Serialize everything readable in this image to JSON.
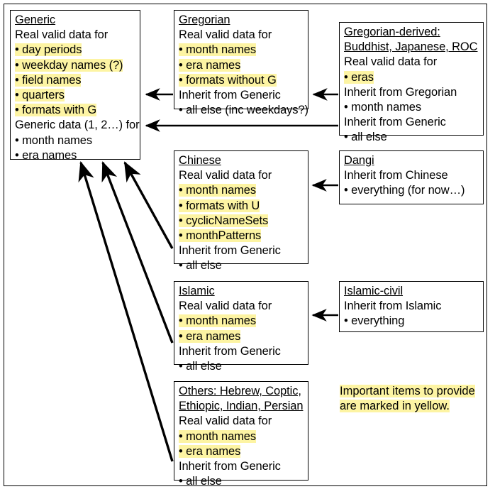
{
  "diagram": {
    "title": "Calendar data inheritance diagram",
    "legend_note": [
      "Important items to provide",
      "are marked in yellow."
    ],
    "highlight_color": "#fdf4a3",
    "line_color": "#000000",
    "background_color": "#ffffff",
    "boxes": [
      {
        "id": "generic",
        "name": "Generic",
        "lines": [
          {
            "text": "Generic",
            "style": "title",
            "highlight": false
          },
          {
            "text": "Real valid data for",
            "style": "plain",
            "highlight": false
          },
          {
            "text": "• day periods",
            "style": "plain",
            "highlight": true
          },
          {
            "text": "• weekday names (?)",
            "style": "plain",
            "highlight": true
          },
          {
            "text": "• field names",
            "style": "plain",
            "highlight": true
          },
          {
            "text": "• quarters",
            "style": "plain",
            "highlight": true
          },
          {
            "text": "• formats with G",
            "style": "plain",
            "highlight": true
          },
          {
            "text": "Generic data (1, 2…) for",
            "style": "plain",
            "highlight": false
          },
          {
            "text": "• month names",
            "style": "plain",
            "highlight": false
          },
          {
            "text": "• era names",
            "style": "plain",
            "highlight": false
          }
        ]
      },
      {
        "id": "gregorian",
        "name": "Gregorian",
        "lines": [
          {
            "text": "Gregorian",
            "style": "title",
            "highlight": false
          },
          {
            "text": "Real valid data for",
            "style": "plain",
            "highlight": false
          },
          {
            "text": "• month names",
            "style": "plain",
            "highlight": true
          },
          {
            "text": "• era names",
            "style": "plain",
            "highlight": true
          },
          {
            "text": "• formats without G",
            "style": "plain",
            "highlight": true
          },
          {
            "text": "Inherit from Generic",
            "style": "plain",
            "highlight": false
          },
          {
            "text": "• all else (inc weekdays?)",
            "style": "plain",
            "highlight": false
          }
        ]
      },
      {
        "id": "gregorian-derived",
        "name": "Gregorian-derived: Buddhist, Japanese, ROC",
        "lines": [
          {
            "text": "Gregorian-derived:",
            "style": "title",
            "highlight": false
          },
          {
            "text": "Buddhist, Japanese, ROC",
            "style": "title",
            "highlight": false
          },
          {
            "text": "Real valid data for",
            "style": "plain",
            "highlight": false
          },
          {
            "text": "• eras",
            "style": "plain",
            "highlight": true
          },
          {
            "text": "Inherit from Gregorian",
            "style": "plain",
            "highlight": false
          },
          {
            "text": "• month names",
            "style": "plain",
            "highlight": false
          },
          {
            "text": "Inherit from Generic",
            "style": "plain",
            "highlight": false
          },
          {
            "text": "• all else",
            "style": "plain",
            "highlight": false
          }
        ]
      },
      {
        "id": "chinese",
        "name": "Chinese",
        "lines": [
          {
            "text": "Chinese",
            "style": "title",
            "highlight": false
          },
          {
            "text": "Real valid data for",
            "style": "plain",
            "highlight": false
          },
          {
            "text": "• month names",
            "style": "plain",
            "highlight": true
          },
          {
            "text": "• formats with U",
            "style": "plain",
            "highlight": true
          },
          {
            "text": "• cyclicNameSets",
            "style": "plain",
            "highlight": true
          },
          {
            "text": "• monthPatterns",
            "style": "plain",
            "highlight": true
          },
          {
            "text": "Inherit from Generic",
            "style": "plain",
            "highlight": false
          },
          {
            "text": "• all else",
            "style": "plain",
            "highlight": false
          }
        ]
      },
      {
        "id": "dangi",
        "name": "Dangi",
        "lines": [
          {
            "text": "Dangi",
            "style": "title",
            "highlight": false
          },
          {
            "text": "Inherit from Chinese",
            "style": "plain",
            "highlight": false
          },
          {
            "text": "• everything (for now…)",
            "style": "plain",
            "highlight": false
          }
        ]
      },
      {
        "id": "islamic",
        "name": "Islamic",
        "lines": [
          {
            "text": "Islamic",
            "style": "title",
            "highlight": false
          },
          {
            "text": "Real valid data for",
            "style": "plain",
            "highlight": false
          },
          {
            "text": "• month names",
            "style": "plain",
            "highlight": true
          },
          {
            "text": "• era names",
            "style": "plain",
            "highlight": true
          },
          {
            "text": "Inherit from Generic",
            "style": "plain",
            "highlight": false
          },
          {
            "text": "• all else",
            "style": "plain",
            "highlight": false
          }
        ]
      },
      {
        "id": "islamic-civil",
        "name": "Islamic-civil",
        "lines": [
          {
            "text": "Islamic-civil",
            "style": "title",
            "highlight": false
          },
          {
            "text": "Inherit from Islamic",
            "style": "plain",
            "highlight": false
          },
          {
            "text": "• everything",
            "style": "plain",
            "highlight": false
          }
        ]
      },
      {
        "id": "others",
        "name": "Others: Hebrew, Coptic, Ethiopic, Indian, Persian",
        "lines": [
          {
            "text": "Others: Hebrew, Coptic,",
            "style": "title",
            "highlight": false
          },
          {
            "text": "Ethiopic, Indian, Persian",
            "style": "title",
            "highlight": false
          },
          {
            "text": "Real valid data for",
            "style": "plain",
            "highlight": false
          },
          {
            "text": "• month names",
            "style": "plain",
            "highlight": true
          },
          {
            "text": "• era names",
            "style": "plain",
            "highlight": true
          },
          {
            "text": "Inherit from Generic",
            "style": "plain",
            "highlight": false
          },
          {
            "text": "• all else",
            "style": "plain",
            "highlight": false
          }
        ]
      }
    ],
    "arrows": [
      {
        "id": "gregorian-to-generic",
        "from": "gregorian",
        "to": "generic"
      },
      {
        "id": "gregorian-derived-to-generic",
        "from": "gregorian-derived",
        "to": "generic"
      },
      {
        "id": "gregorian-derived-to-gregorian",
        "from": "gregorian-derived",
        "to": "gregorian"
      },
      {
        "id": "dangi-to-chinese",
        "from": "dangi",
        "to": "chinese"
      },
      {
        "id": "islamic-civil-to-islamic",
        "from": "islamic-civil",
        "to": "islamic"
      },
      {
        "id": "chinese-to-generic",
        "from": "chinese",
        "to": "generic"
      },
      {
        "id": "islamic-to-generic",
        "from": "islamic",
        "to": "generic"
      },
      {
        "id": "others-to-generic",
        "from": "others",
        "to": "generic"
      }
    ]
  }
}
